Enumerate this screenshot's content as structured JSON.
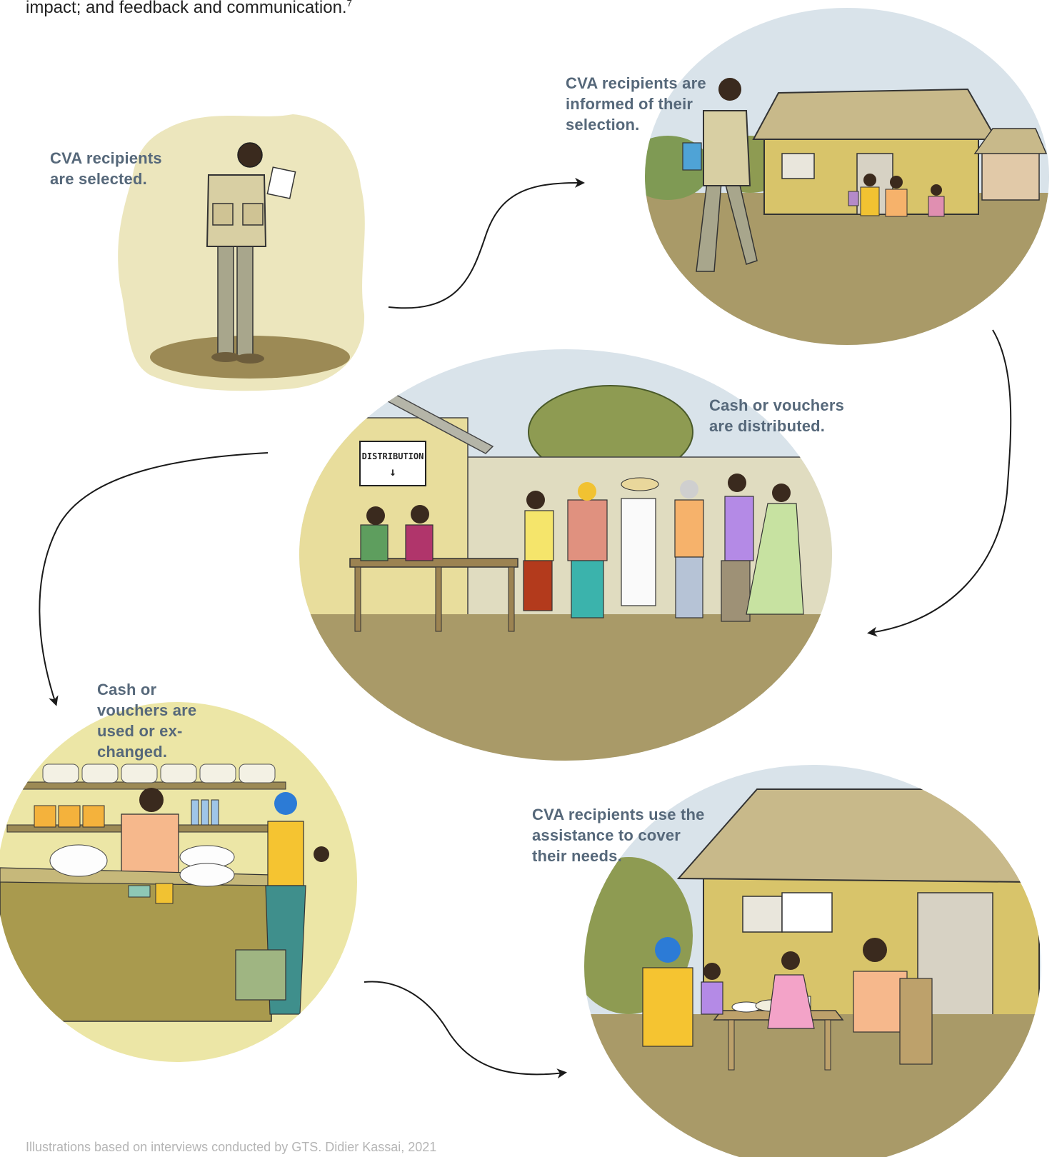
{
  "intro": {
    "text": "impact; and feedback and communication.",
    "footnote": "7"
  },
  "steps": [
    {
      "label": "CVA recipients are selected."
    },
    {
      "label": "CVA recipients are informed of their selection."
    },
    {
      "label": "Cash or vouchers are distributed."
    },
    {
      "label": "Cash or vouchers are used or ex-changed."
    },
    {
      "label": "CVA recipients use the assistance to cover their needs."
    }
  ],
  "scene_text": {
    "distribution_sign": "DISTRIBUTION",
    "sign_arrow": "↓"
  },
  "credit": "Illustrations based on interviews conducted by GTS. Didier Kassai, 2021",
  "colors": {
    "caption": "#56687a",
    "sky": "#d9e3ea",
    "ground": "#a99a68",
    "wall": "#e8dd9c",
    "thatch": "#c8b98a",
    "tree": "#8e9b52",
    "arrow": "#1a1a1a"
  }
}
